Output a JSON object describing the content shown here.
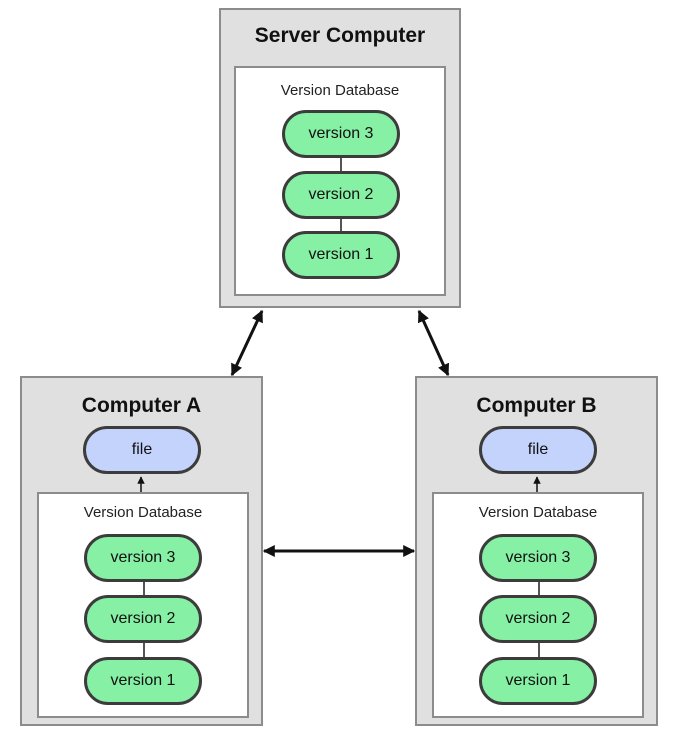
{
  "server": {
    "title": "Server Computer",
    "database_label": "Version Database",
    "versions": [
      "version 3",
      "version 2",
      "version 1"
    ]
  },
  "computer_a": {
    "title": "Computer A",
    "file_label": "file",
    "database_label": "Version Database",
    "versions": [
      "version 3",
      "version 2",
      "version 1"
    ]
  },
  "computer_b": {
    "title": "Computer B",
    "file_label": "file",
    "database_label": "Version Database",
    "versions": [
      "version 3",
      "version 2",
      "version 1"
    ]
  },
  "colors": {
    "version_fill": "#86f0a4",
    "file_fill": "#c3d3fb",
    "computer_fill": "#e0e0e0",
    "border": "#8c8c8c"
  }
}
